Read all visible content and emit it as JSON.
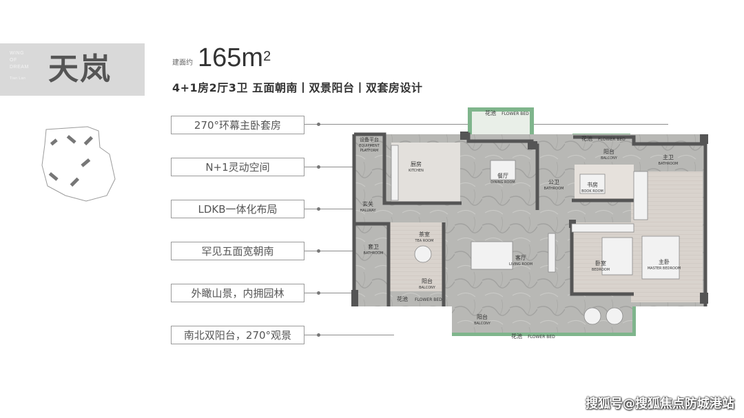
{
  "logo": {
    "en_line1": "WING",
    "en_line2": "OF",
    "en_line3": "DREAM",
    "en_small": "Tian Lan",
    "zh": "天岚"
  },
  "area": {
    "label": "建面约",
    "value": "165m",
    "superscript": "2"
  },
  "subtitle": "4+1房2厅3卫  五面朝南丨双景阳台丨双套房设计",
  "features": [
    "270°环幕主卧套房",
    "N+1灵动空间",
    "LDKB一体化布局",
    "罕见五面宽朝南",
    "外瞰山景，内拥园林",
    "南北双阳台，270°观景"
  ],
  "rooms": {
    "flower_bed_top_zh": "花池",
    "flower_bed_top_en": "FLOWER BED",
    "flower_bed_right_zh": "花池",
    "flower_bed_right_en": "FLOWER BED",
    "equipment_zh": "设备平台",
    "equipment_en1": "EQUIPMENT",
    "equipment_en2": "PLATFORM",
    "kitchen_zh": "厨房",
    "kitchen_en": "KITCHEN",
    "dining_zh": "餐厅",
    "dining_en": "DINING ROOM",
    "public_bath_zh": "公卫",
    "public_bath_en": "BATHROOM",
    "balcony_n_zh": "阳台",
    "balcony_n_en": "BALCONY",
    "master_bath_zh": "主卫",
    "master_bath_en": "BATHROOM",
    "book_zh": "书房",
    "book_en": "BOOK ROOM",
    "hallway_zh": "玄关",
    "hallway_en": "HALLWAY",
    "tea_zh": "茶室",
    "tea_en": "TEA ROOM",
    "suite_bath_zh": "套卫",
    "suite_bath_en": "BATHROOM",
    "living_zh": "客厅",
    "living_en": "LIVING ROOM",
    "bed_zh": "卧室",
    "bed_en": "BEDROOM",
    "master_zh": "主卧",
    "master_en": "MASTER BEDROOM",
    "balcony_w_zh": "阳台",
    "balcony_w_en": "BALCONY",
    "flower_bed_left_zh": "花池",
    "flower_bed_left_en": "FLOWER BED",
    "balcony_s_zh": "阳台",
    "balcony_s_en": "BALCONY",
    "flower_bed_bottom_zh": "花池",
    "flower_bed_bottom_en": "FLOWER BED"
  },
  "watermark": "搜狐号@搜狐焦点防城港站",
  "colors": {
    "logo_bg": "#d9d9d9",
    "marble": "#b3b3b0",
    "wood": "#d8d2cc",
    "garden": "#7fb58c",
    "wall": "#555555"
  }
}
